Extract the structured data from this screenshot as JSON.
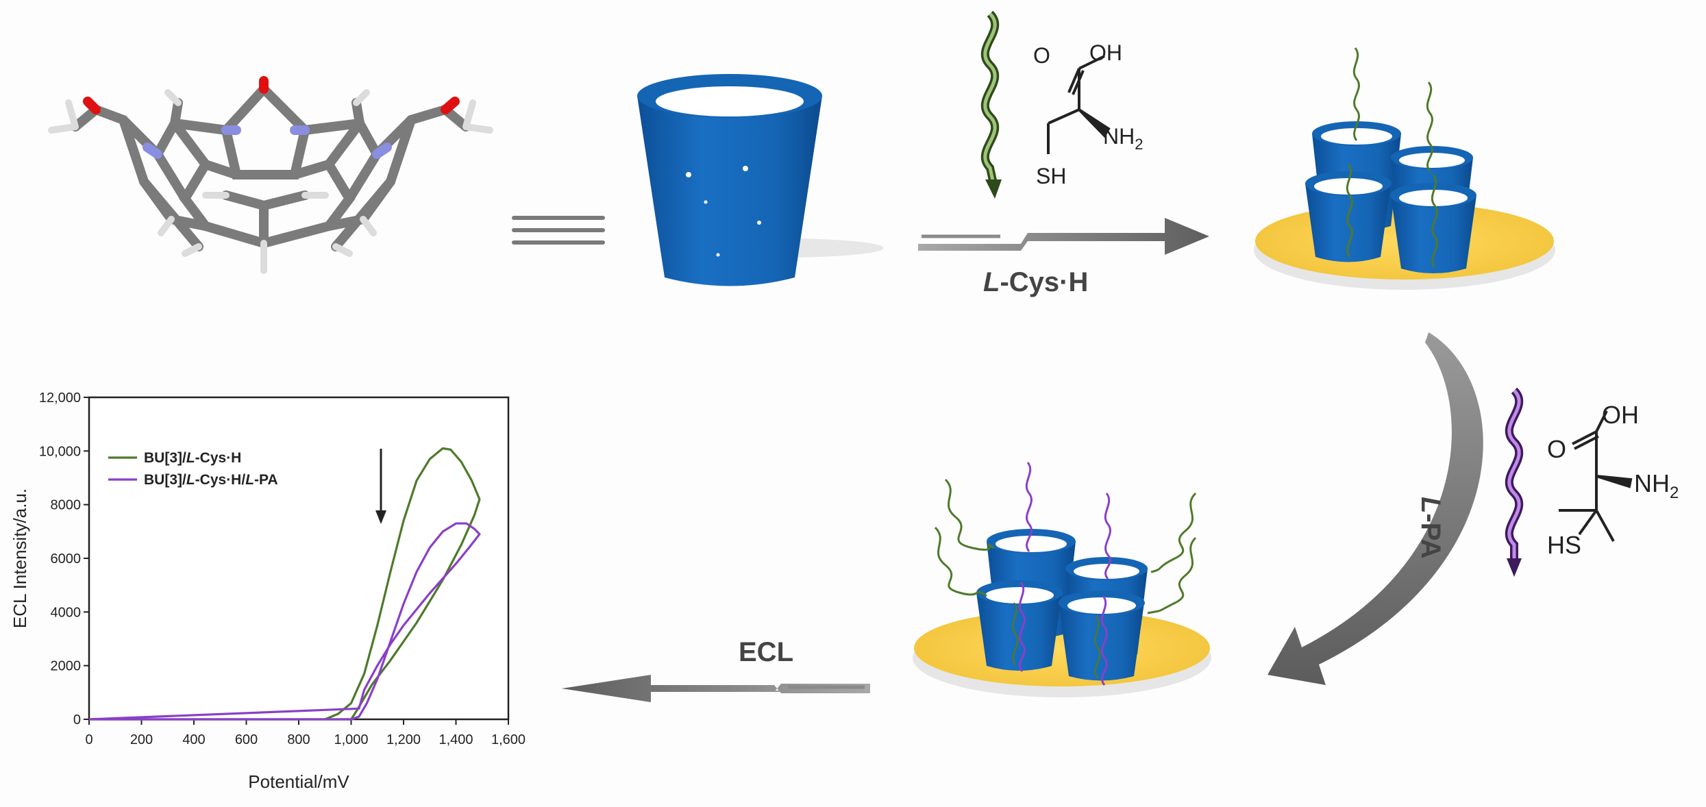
{
  "steps": {
    "step1_label": "L-Cys·H",
    "step2_label": "L-PA",
    "step3_label": "ECL"
  },
  "molecules": {
    "cys": {
      "o": "O",
      "oh": "OH",
      "nh2": "NH",
      "nh2_sub": "2",
      "sh": "SH"
    },
    "pa": {
      "o": "O",
      "oh": "OH",
      "nh2": "NH",
      "nh2_sub": "2",
      "hs": "HS"
    }
  },
  "colors": {
    "cup_blue": "#1565b5",
    "plate_yellow": "#f7cc48",
    "cys_green": "#4e7a2a",
    "pa_purple": "#8a3fc8",
    "arrow_gray": "#6f6f6f"
  },
  "chart_data": {
    "type": "line",
    "xlabel": "Potential/mV",
    "ylabel": "ECL Intensity/a.u.",
    "xlim": [
      0,
      1600
    ],
    "ylim": [
      0,
      12000
    ],
    "xticks": [
      0,
      200,
      400,
      600,
      800,
      1000,
      1200,
      1400,
      1600
    ],
    "xtick_labels": [
      "0",
      "200",
      "400",
      "600",
      "800",
      "1,000",
      "1,200",
      "1,400",
      "1,600"
    ],
    "yticks": [
      0,
      2000,
      4000,
      6000,
      8000,
      10000,
      12000
    ],
    "ytick_labels": [
      "0",
      "2000",
      "4000",
      "6000",
      "8000",
      "10,000",
      "12,000"
    ],
    "legend_position": "top-left",
    "series": [
      {
        "name": "BU[3]/L-Cys·H",
        "color": "#4e7a2a",
        "x": [
          0,
          300,
          600,
          900,
          950,
          1000,
          1050,
          1100,
          1150,
          1200,
          1250,
          1300,
          1350,
          1380,
          1420,
          1460,
          1490,
          1470,
          1420,
          1350,
          1250,
          1150,
          1080,
          1020,
          1000,
          0
        ],
        "y": [
          0,
          0,
          0,
          0,
          200,
          600,
          1700,
          3500,
          5500,
          7400,
          8900,
          9700,
          10100,
          10050,
          9600,
          8900,
          8200,
          7600,
          6500,
          5200,
          3600,
          2200,
          1300,
          300,
          0,
          0
        ]
      },
      {
        "name": "BU[3]/L-Cys·H/L-PA",
        "color": "#8a3fc8",
        "x": [
          0,
          300,
          600,
          900,
          1000,
          1030,
          1060,
          1100,
          1150,
          1200,
          1250,
          1300,
          1350,
          1400,
          1440,
          1470,
          1490,
          1450,
          1400,
          1300,
          1200,
          1150,
          1100,
          1050,
          1030,
          0
        ],
        "y": [
          0,
          0,
          0,
          0,
          0,
          100,
          600,
          1500,
          2900,
          4300,
          5500,
          6400,
          7000,
          7300,
          7300,
          7100,
          6900,
          6400,
          5800,
          4700,
          3500,
          2800,
          2000,
          1100,
          400,
          0
        ]
      }
    ],
    "annotation": "down-arrow"
  }
}
